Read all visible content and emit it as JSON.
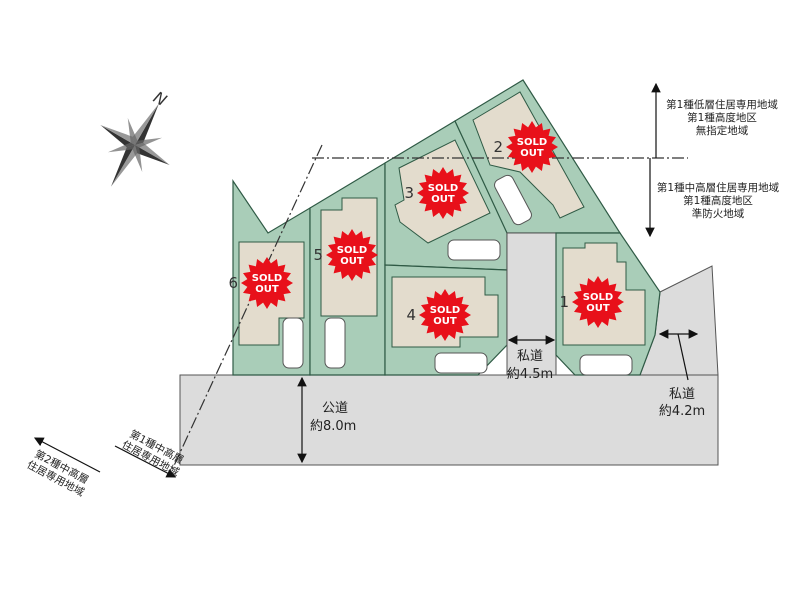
{
  "compass": {
    "north_label": "N"
  },
  "zones": {
    "upper": [
      "第1種低層住居専用地域",
      "第1種高度地区",
      "無指定地域"
    ],
    "lower": [
      "第1種中高層住居専用地域",
      "第1種高度地区",
      "準防火地域"
    ],
    "left_outer": [
      "第2種中高層",
      "住居専用地域"
    ],
    "left_inner": [
      "第1種中高層",
      "住居専用地域"
    ]
  },
  "roads": {
    "public": {
      "name": "公道",
      "width": "約8.0m"
    },
    "private_center": {
      "name": "私道",
      "width": "約4.5m"
    },
    "private_right": {
      "name": "私道",
      "width": "約4.2m"
    }
  },
  "lots": [
    {
      "number": "1",
      "status": [
        "SOLD",
        "OUT"
      ]
    },
    {
      "number": "2",
      "status": [
        "SOLD",
        "OUT"
      ]
    },
    {
      "number": "3",
      "status": [
        "SOLD",
        "OUT"
      ]
    },
    {
      "number": "4",
      "status": [
        "SOLD",
        "OUT"
      ]
    },
    {
      "number": "5",
      "status": [
        "SOLD",
        "OUT"
      ]
    },
    {
      "number": "6",
      "status": [
        "SOLD",
        "OUT"
      ]
    }
  ],
  "colors": {
    "lot": "#a9cdb8",
    "house": "#e3dccd",
    "sold_badge": "#e8101a",
    "road": "#dcdcdc"
  }
}
